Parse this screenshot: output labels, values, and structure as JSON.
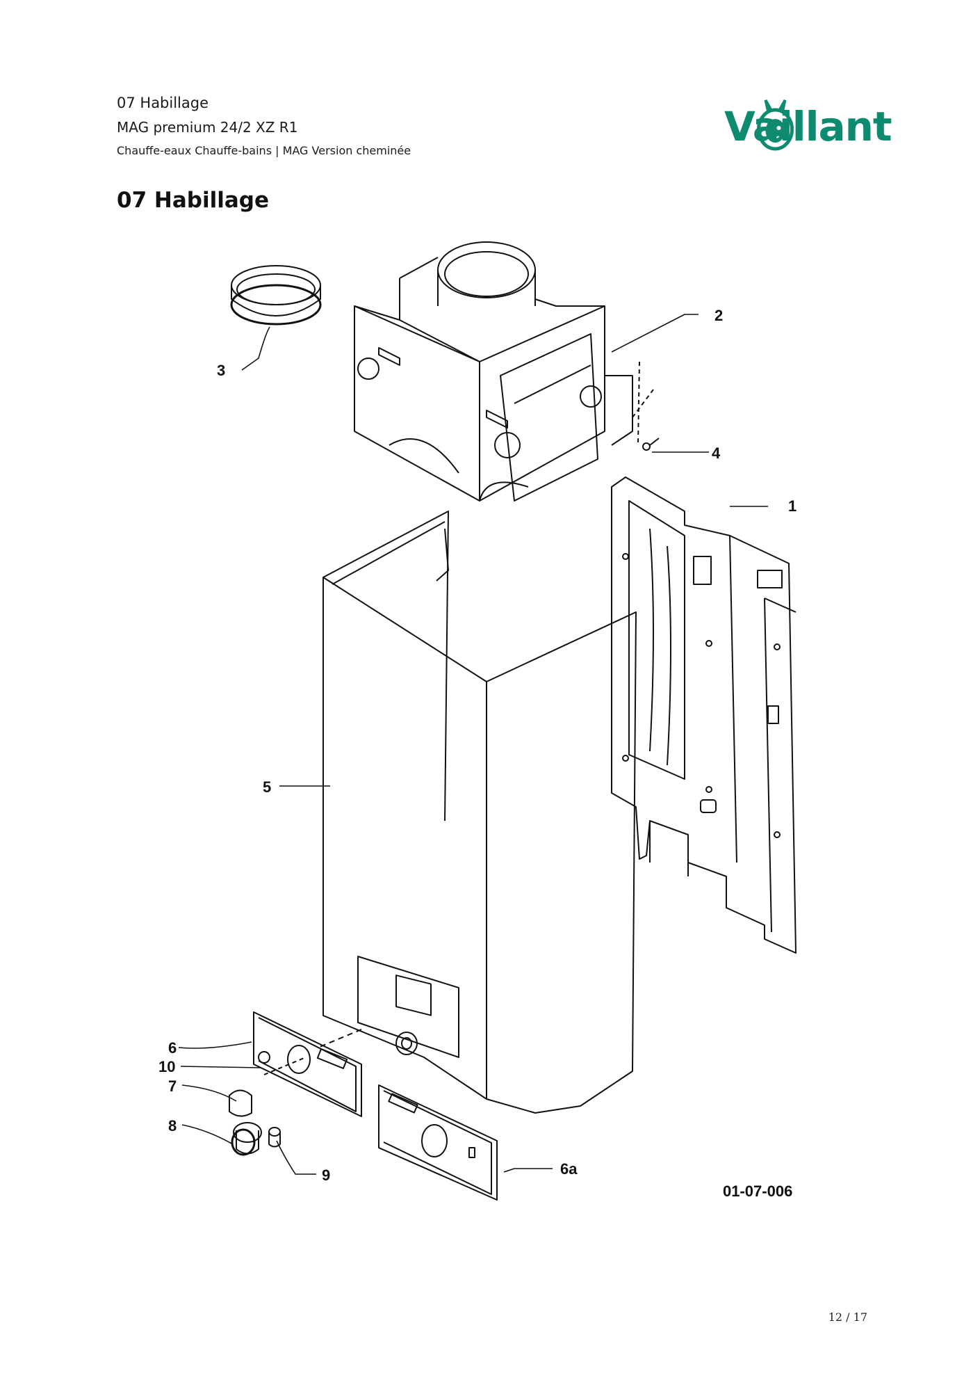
{
  "header": {
    "section": "07 Habillage",
    "model": "MAG premium 24/2 XZ R1",
    "category": "Chauffe-eaux Chauffe-bains | MAG Version cheminée"
  },
  "brand": {
    "name": "Vaillant",
    "color": "#0e8a70",
    "icon": "hare-logo-icon"
  },
  "title": "07 Habillage",
  "diagram": {
    "callouts": [
      "1",
      "2",
      "3",
      "4",
      "5",
      "6",
      "6a",
      "7",
      "8",
      "9",
      "10"
    ],
    "reference": "01-07-006"
  },
  "footer": {
    "page": "12 / 17"
  }
}
